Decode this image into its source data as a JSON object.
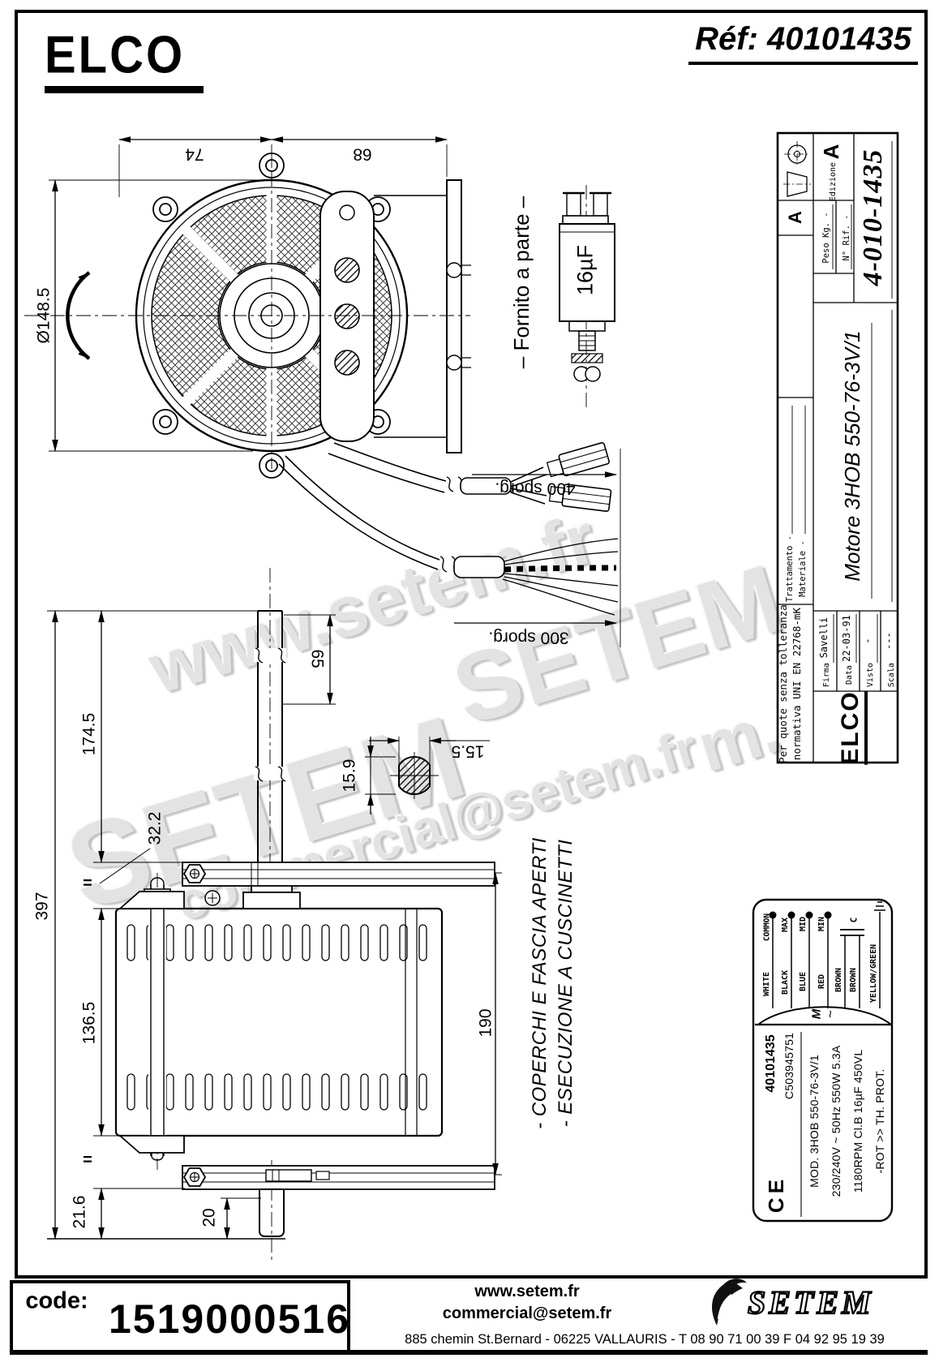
{
  "header": {
    "brand_logo": "ELCO",
    "ref": "Réf: 40101435"
  },
  "watermarks": [
    "www.setem.fr",
    "SETEM",
    "SETEM",
    "commercial@setem.fr",
    "m."
  ],
  "front_view": {
    "dim_depth_rear": "74",
    "dim_depth_front": "68",
    "dim_diameter": "Ø148.5",
    "capacitor_value": "16µF",
    "capacitor_note": "–  Fornito a parte  –",
    "cable_dim_upper": "400 sporg.",
    "cable_dim_lower": "300 sporg."
  },
  "side_view": {
    "dim_shaft_to_flange": "174.5",
    "dim_shaft_end": "65",
    "dim_total": "397",
    "dim_offset": "32.2",
    "equal_mark_top": "=",
    "equal_mark_bottom": "=",
    "dim_body": "136.5",
    "dim_bottom": "21.6",
    "dim_stub": "20",
    "dim_flange_span": "190",
    "dim_shaft_dia": "15.9",
    "dim_shaft_flat": "15.5",
    "note_line1": "- COPERCHI E FASCIA APERTI",
    "note_line2": "- ESECUZIONE A CUSCINETTI"
  },
  "title_block": {
    "revision": "A",
    "edizione_label": "Edizione",
    "edizione_value": "A",
    "peso_label": "Peso Kg.  -",
    "rif_label": "N° Rif.  -",
    "trattamento_label": "Trattamento  -",
    "materiale_label": "Materiale  -",
    "drawing_number": "4-010-1435",
    "title": "Motore  3HOB 550-76-3V/1",
    "tolerance_line1": "Per quote senza tolleranza",
    "tolerance_line2": "normativa UNI EN 22768-mK",
    "firma_label": "Firma",
    "firma_value": "Savelli",
    "data_label": "Data",
    "data_value": "22-03-91",
    "visto_label": "Visto",
    "visto_value": "-",
    "scala_label": "Scala",
    "scala_value": "---",
    "logo": "ELCO"
  },
  "nameplate": {
    "wires": [
      {
        "function": "COMMON",
        "color": "WHITE"
      },
      {
        "function": "MAX",
        "color": "BLACK"
      },
      {
        "function": "MID",
        "color": "BLUE"
      },
      {
        "function": "MIN",
        "color": "RED"
      },
      {
        "function": "",
        "color": "BROWN"
      },
      {
        "function": "C",
        "color": "BROWN"
      },
      {
        "function": "",
        "color": "YELLOW/GREEN"
      }
    ],
    "motor_symbol": "M",
    "motor_phase": "~",
    "part_number": "40101435",
    "serial": "C503945751",
    "model_line": "MOD.  3HOB 550-76-3V/1",
    "electrical_line": "230/240V ~  50Hz  550W  5.3A",
    "speed_line": "1180RPM   Cl.B   16µF 450VL",
    "rotation_line": "-ROT >>        TH. PROT.",
    "ce_mark": "CE"
  },
  "footer": {
    "code_label": "code:",
    "code_value": "1519000516",
    "website": "www.setem.fr",
    "email": "commercial@setem.fr",
    "address": "885 chemin St.Bernard  -  06225 VALLAURIS  -  T 08 90 71 00 39   F 04 92 95 19 39",
    "brand": "SETEM"
  }
}
